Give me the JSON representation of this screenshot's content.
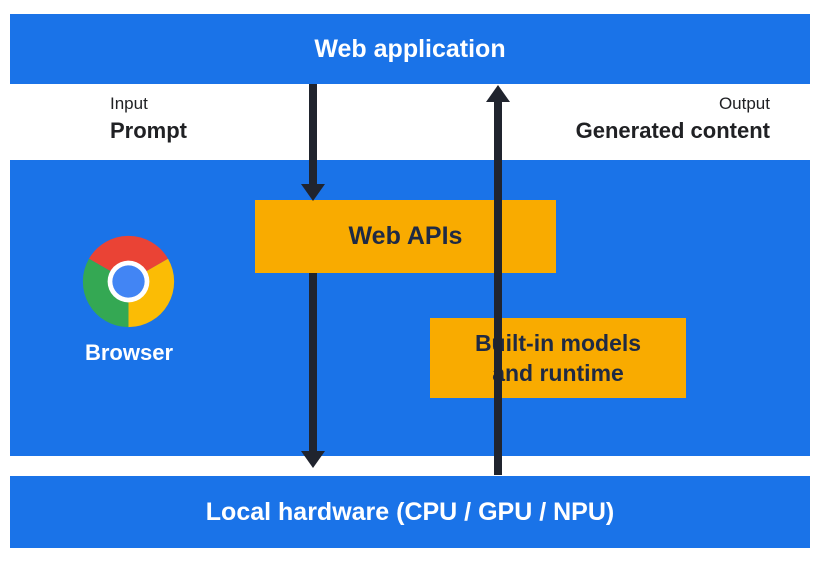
{
  "top_bar": {
    "label": "Web application"
  },
  "flow_labels": {
    "input": {
      "caption": "Input",
      "value": "Prompt"
    },
    "output": {
      "caption": "Output",
      "value": "Generated content"
    }
  },
  "browser": {
    "label": "Browser",
    "icon": "chrome-logo-icon"
  },
  "boxes": {
    "web_apis": {
      "label": "Web APIs"
    },
    "builtin": {
      "line1": "Built-in models",
      "line2": "and runtime"
    }
  },
  "bottom_bar": {
    "label": "Local hardware (CPU / GPU / NPU)"
  },
  "colors": {
    "blue": "#1A73E8",
    "yellow": "#F9AB00",
    "navy_text": "#1F2A44",
    "arrow": "#20242E",
    "chrome_red": "#EA4335",
    "chrome_green": "#34A853",
    "chrome_yellow": "#FBBC05",
    "chrome_blue": "#4285F4",
    "label_text": "#202124"
  }
}
